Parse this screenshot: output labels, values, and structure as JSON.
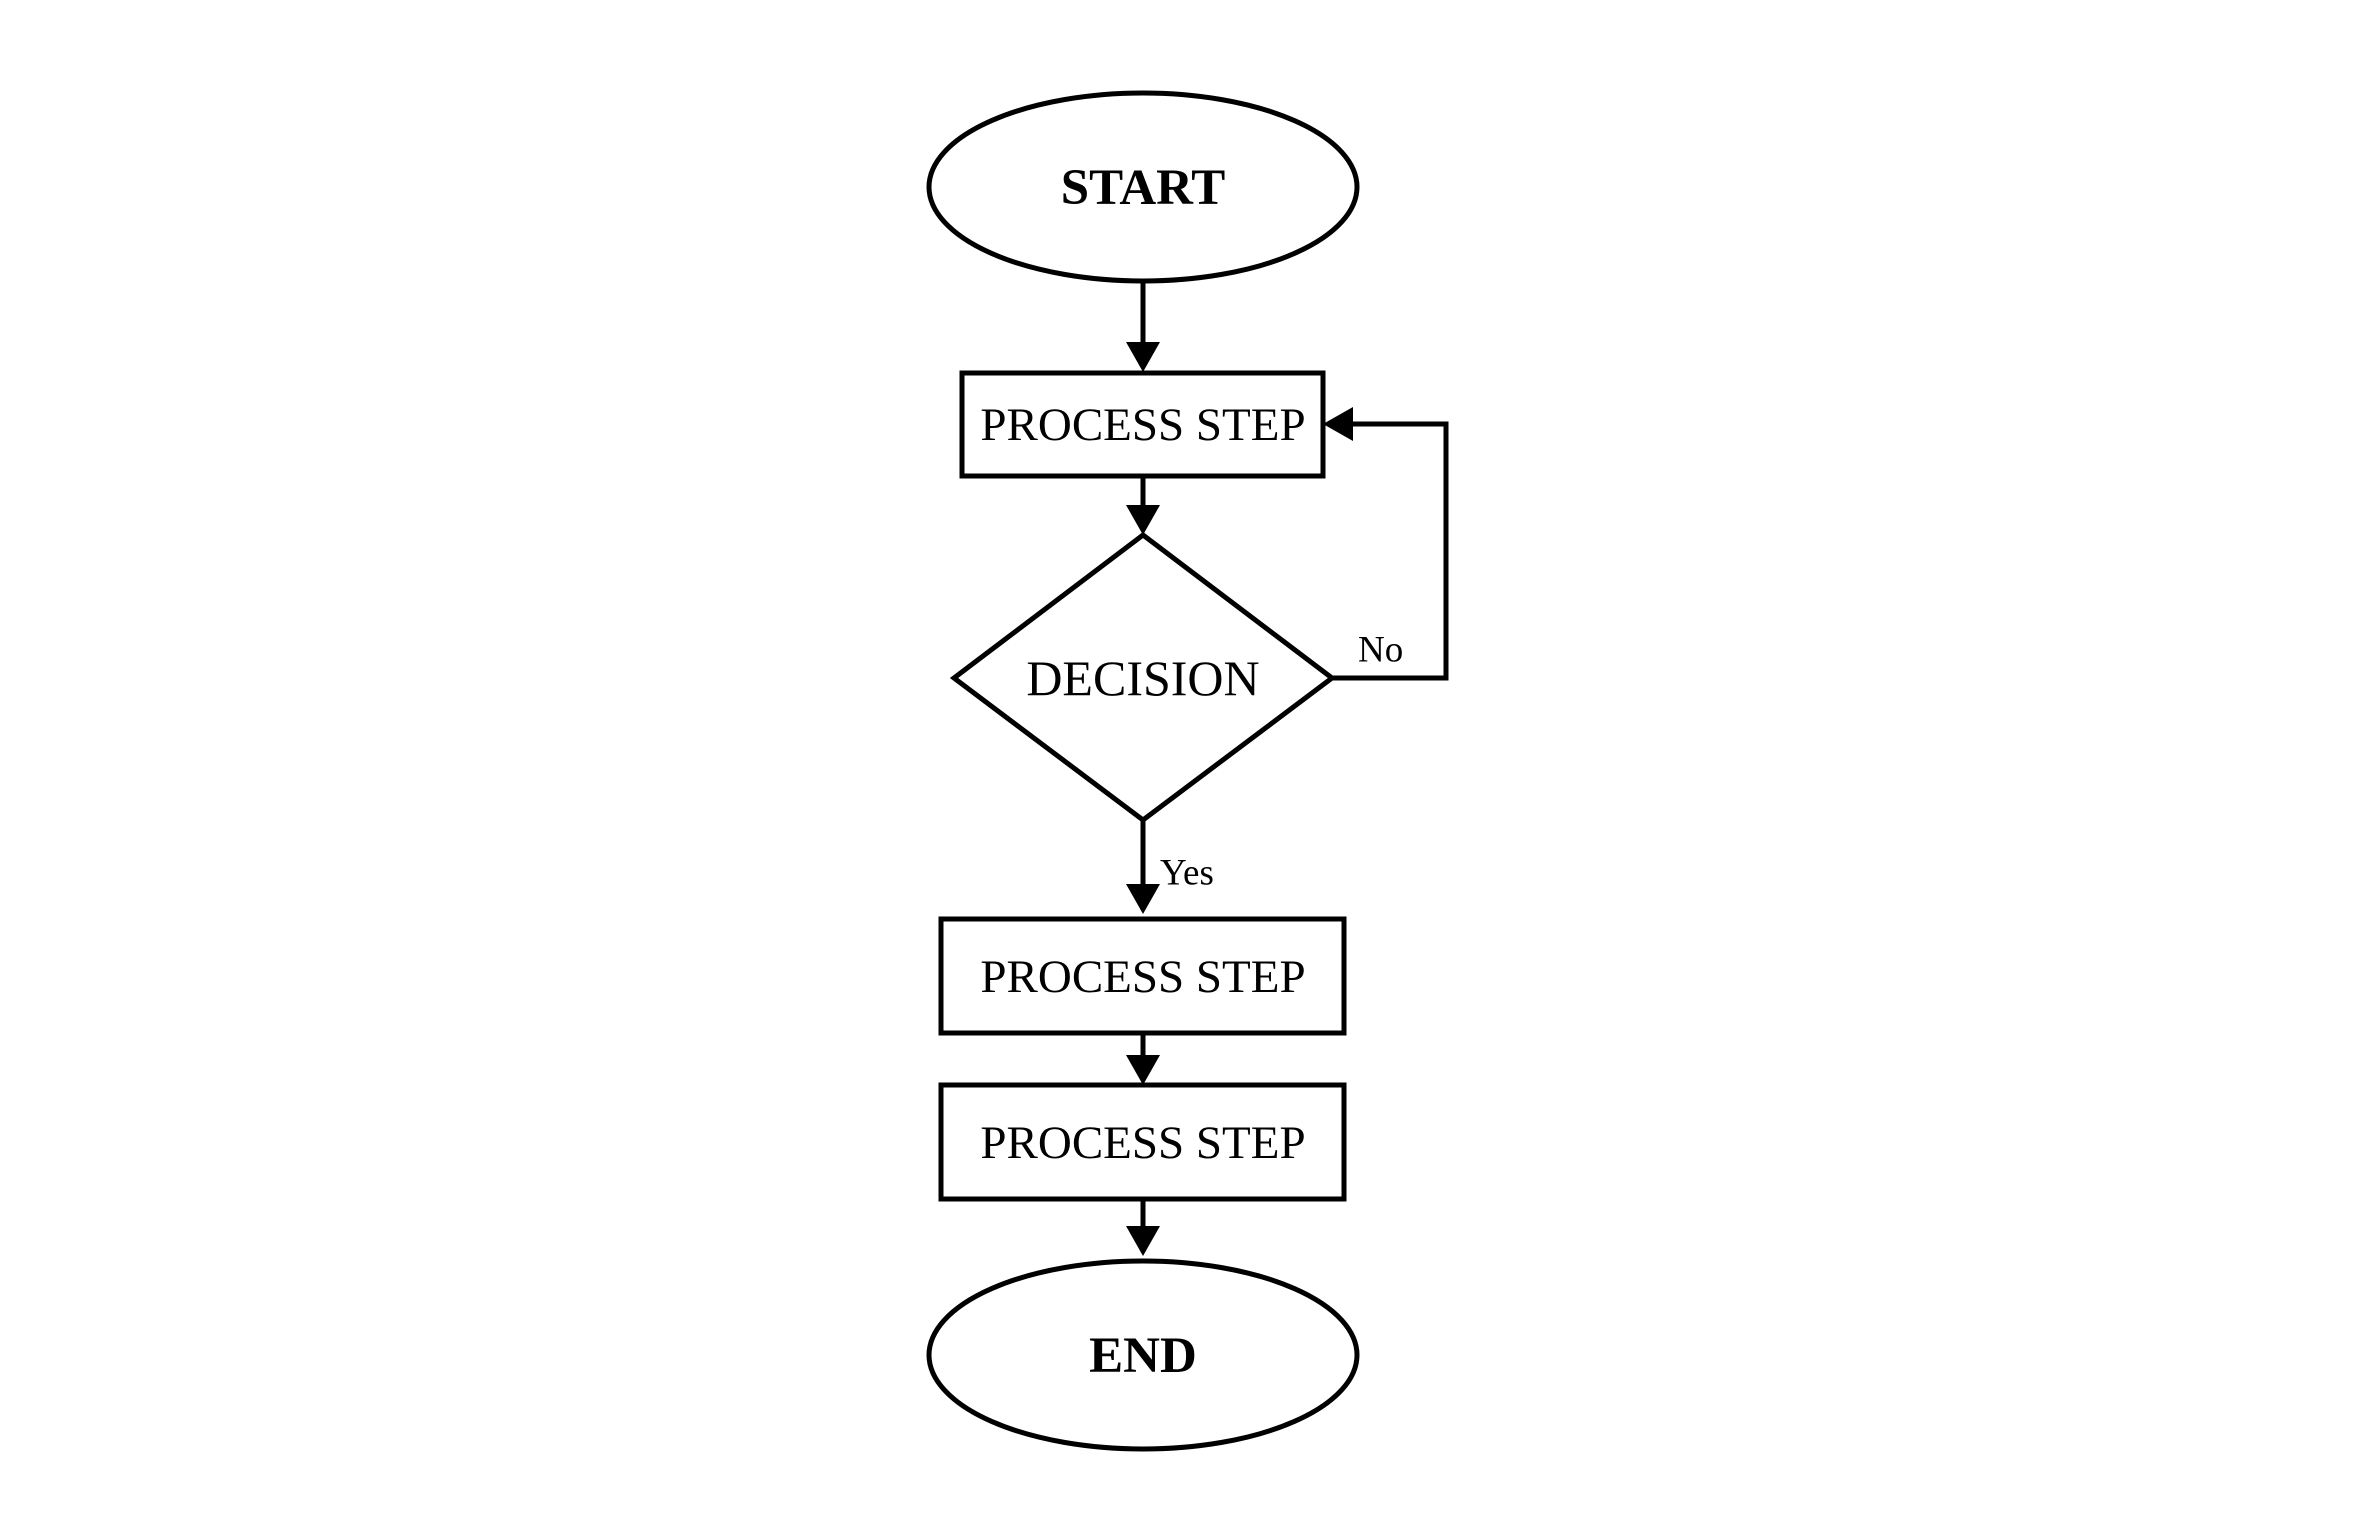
{
  "nodes": {
    "start": "START",
    "process_1": "PROCESS STEP",
    "decision": "DECISION",
    "process_2": "PROCESS STEP",
    "process_3": "PROCESS STEP",
    "end": "END"
  },
  "edges": {
    "no_label": "No",
    "yes_label": "Yes"
  },
  "colors": {
    "stroke": "#000000",
    "fill": "#ffffff"
  }
}
